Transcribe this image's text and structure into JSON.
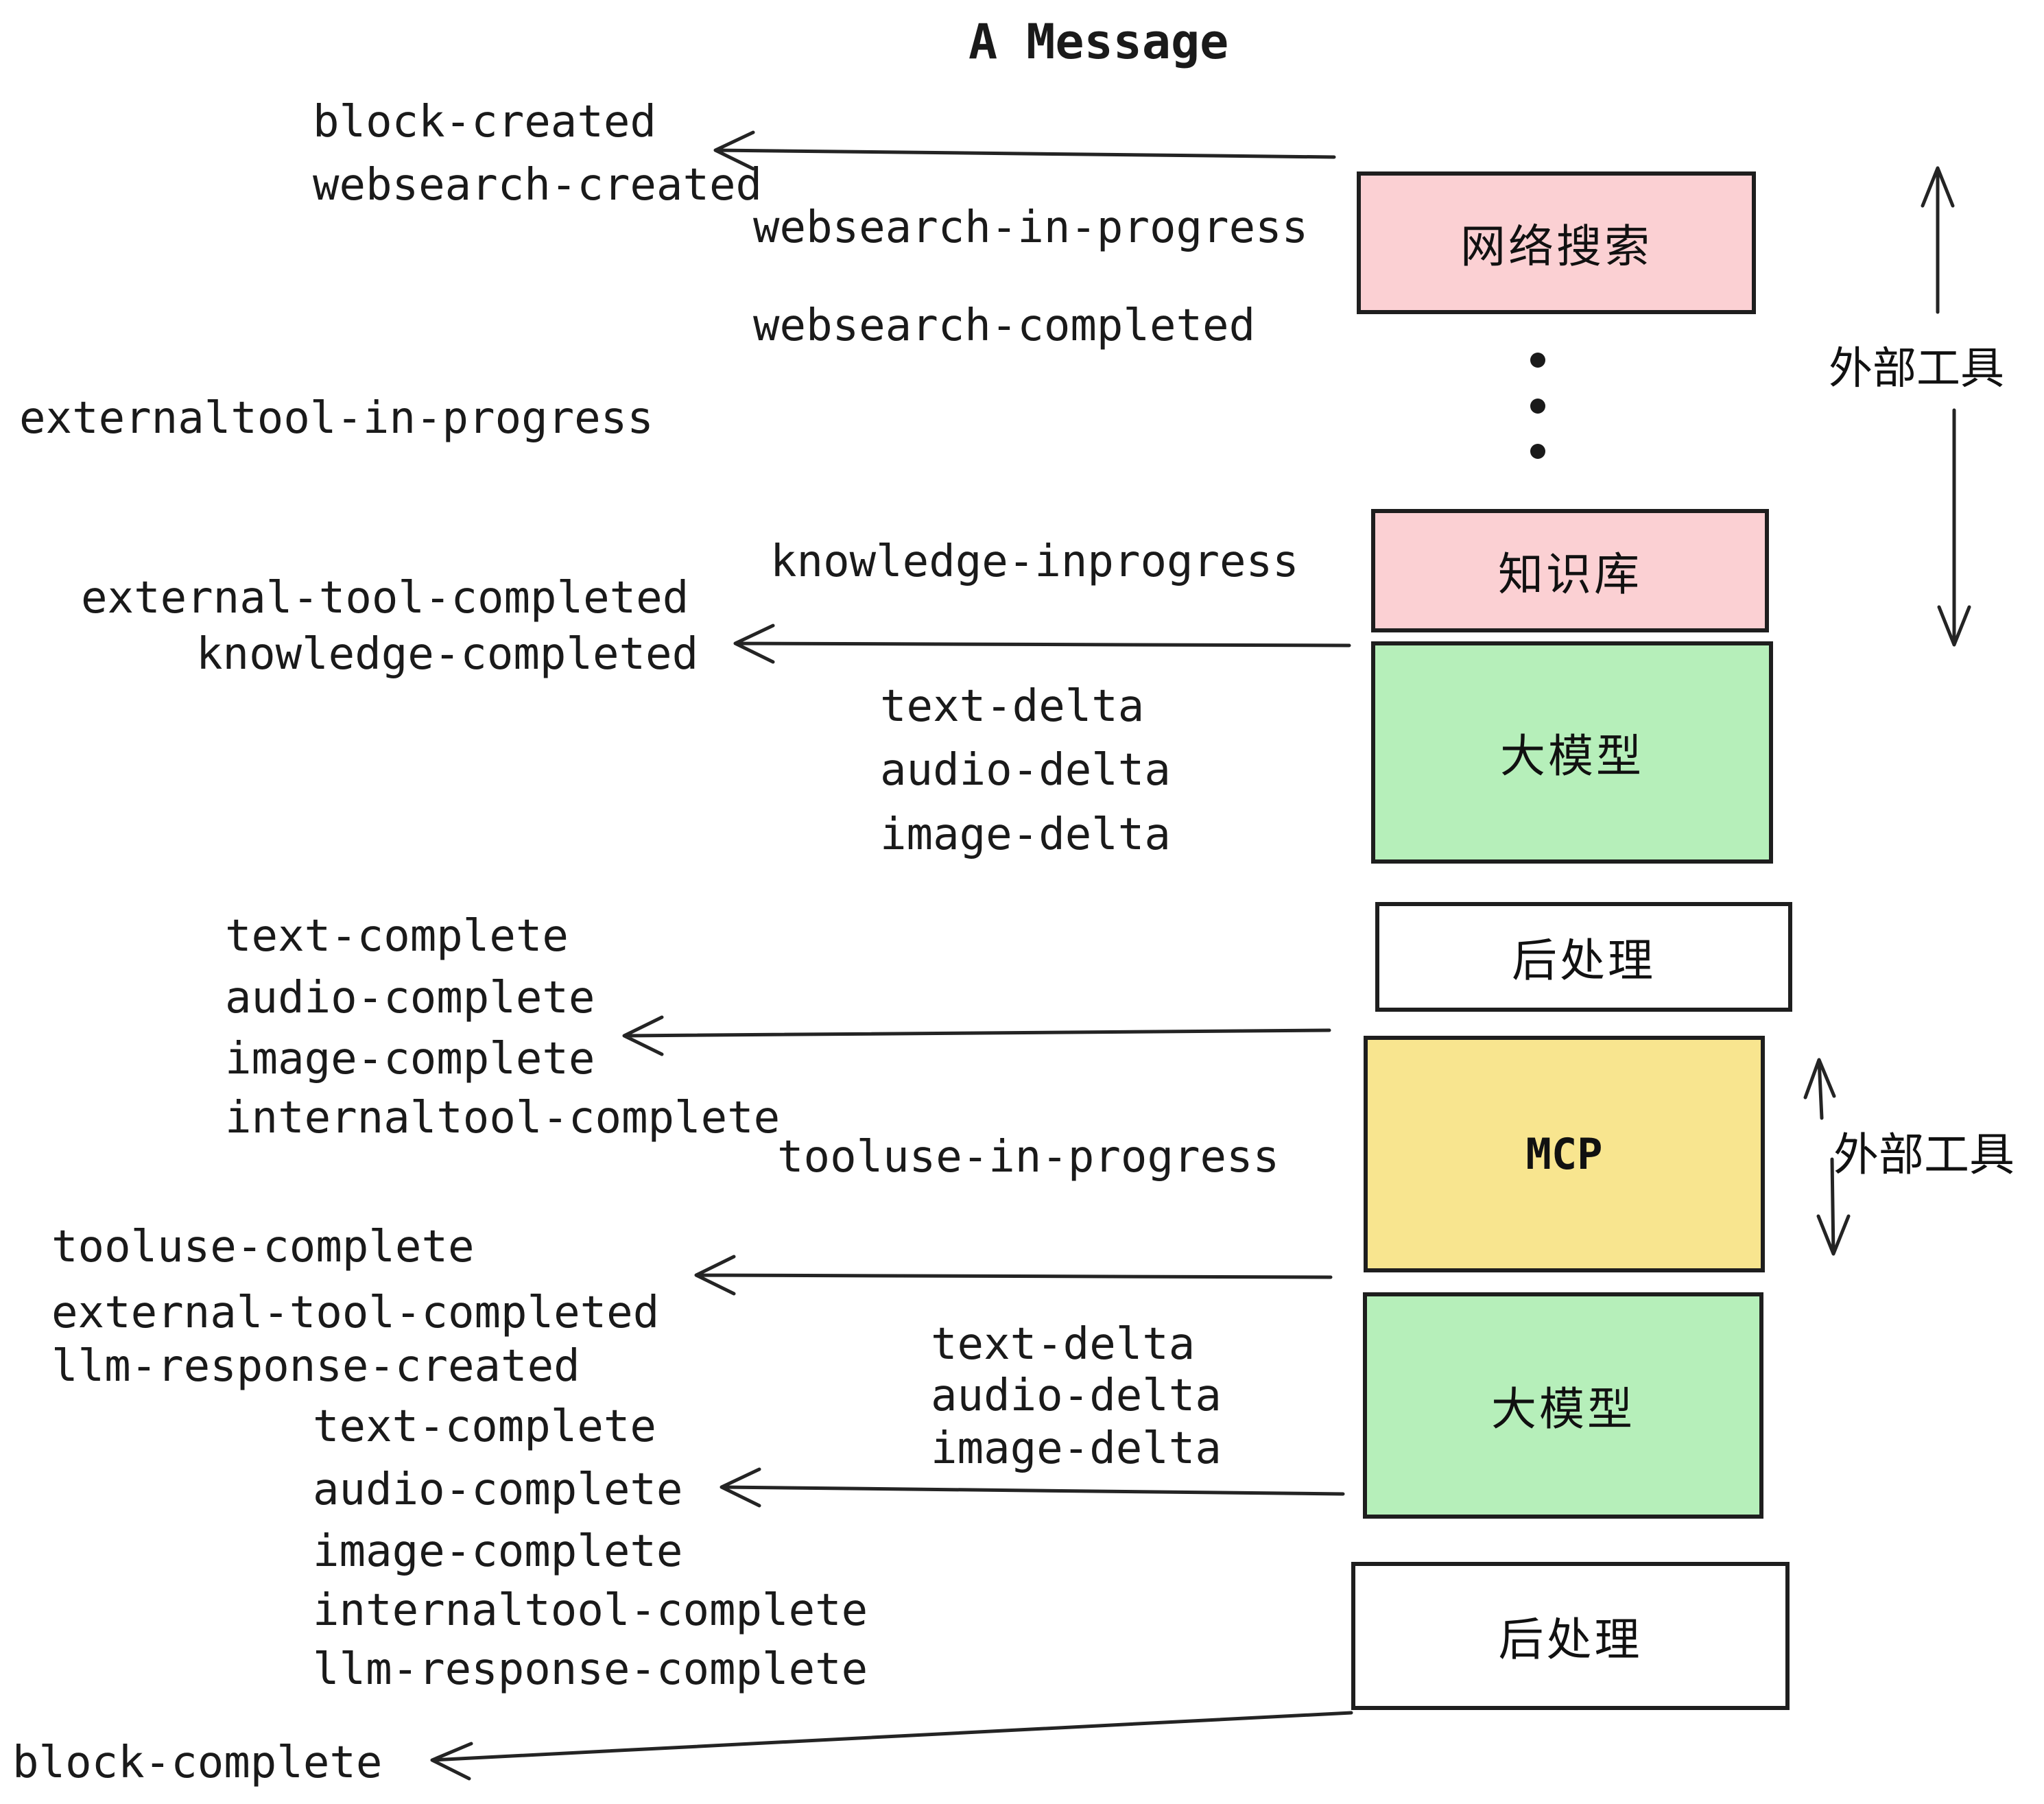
{
  "title": "A Message",
  "colors": {
    "box_pink": "#fbd0d3",
    "box_green": "#b6efba",
    "box_yellow": "#f8e58f",
    "box_white": "#ffffff",
    "line": "#242424",
    "text": "#1a1a1a"
  },
  "boxes": {
    "websearch": {
      "label": "网络搜索"
    },
    "knowledge": {
      "label": "知识库"
    },
    "llm1": {
      "label": "大模型"
    },
    "postprocess1": {
      "label": "后处理"
    },
    "mcp": {
      "label": "MCP"
    },
    "llm2": {
      "label": "大模型"
    },
    "postprocess2": {
      "label": "后处理"
    }
  },
  "side_labels": {
    "external_tools_top": "外部工具",
    "external_tools_bottom": "外部工具"
  },
  "events": {
    "block_created": "block-created",
    "websearch_created": "websearch-created",
    "websearch_in_progress": "websearch-in-progress",
    "websearch_completed": "websearch-completed",
    "externaltool_in_progress": "externaltool-in-progress",
    "knowledge_inprogress": "knowledge-inprogress",
    "external_tool_completed_1": "external-tool-completed",
    "knowledge_completed": "knowledge-completed",
    "text_delta_1": "text-delta",
    "audio_delta_1": "audio-delta",
    "image_delta_1": "image-delta",
    "text_complete_1": "text-complete",
    "audio_complete_1": "audio-complete",
    "image_complete_1": "image-complete",
    "internaltool_complete_1": "internaltool-complete",
    "tooluse_in_progress": "tooluse-in-progress",
    "tooluse_complete": "tooluse-complete",
    "external_tool_completed_2": "external-tool-completed",
    "llm_response_created": "llm-response-created",
    "text_delta_2": "text-delta",
    "audio_delta_2": "audio-delta",
    "image_delta_2": "image-delta",
    "text_complete_2": "text-complete",
    "audio_complete_2": "audio-complete",
    "image_complete_2": "image-complete",
    "internaltool_complete_2": "internaltool-complete",
    "llm_response_complete": "llm-response-complete",
    "block_complete": "block-complete"
  }
}
